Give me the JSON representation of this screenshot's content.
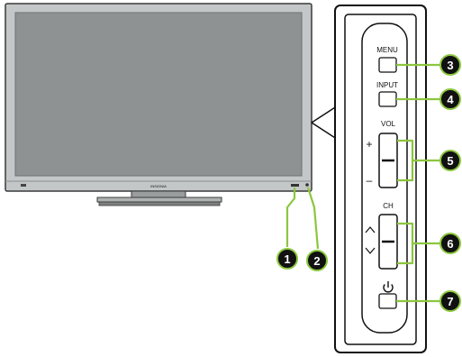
{
  "tv": {
    "brand": "INSIGNIA",
    "bezel_color": "#b9bcbc",
    "screen_color": "#8f9292",
    "frame_color": "#3a3a3a"
  },
  "side_panel": {
    "menu_label": "MENU",
    "input_label": "INPUT",
    "vol_label": "VOL",
    "vol_plus": "+",
    "vol_minus": "–",
    "ch_label": "CH",
    "ch_up": "^",
    "ch_down": "v",
    "power_icon": "power-icon"
  },
  "callouts": [
    {
      "number": "1",
      "target": "remote-sensor"
    },
    {
      "number": "2",
      "target": "power-indicator"
    },
    {
      "number": "3",
      "target": "menu-button"
    },
    {
      "number": "4",
      "target": "input-button"
    },
    {
      "number": "5",
      "target": "volume-rocker"
    },
    {
      "number": "6",
      "target": "channel-rocker"
    },
    {
      "number": "7",
      "target": "power-button"
    }
  ],
  "colors": {
    "callout_line": "#8cc63f",
    "callout_badge": "#111111"
  }
}
